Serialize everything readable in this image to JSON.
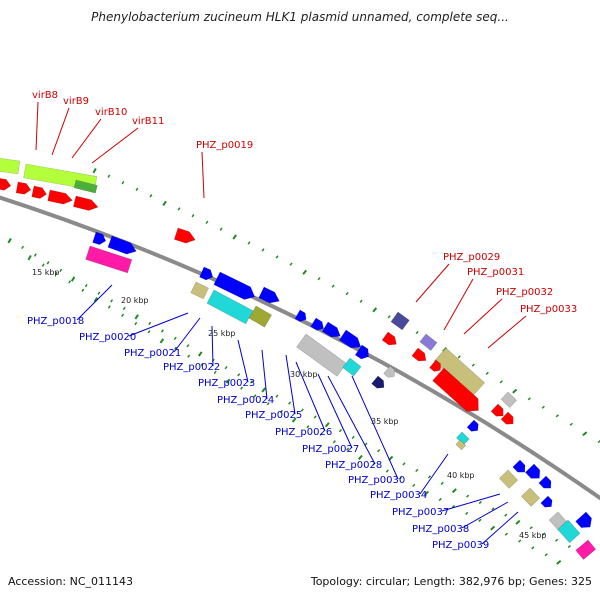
{
  "title": "Phenylobacterium zucineum HLK1 plasmid unnamed, complete seq...",
  "footer": {
    "accession": "Accession: NC_011143",
    "summary": "Topology: circular; Length: 382,976 bp; Genes: 325"
  },
  "colors": {
    "backbone": "#8a8a8a",
    "tick": "#1f8a1f",
    "label_forward": "#cc0000",
    "label_reverse": "#0000cc",
    "gene_red": "#ff0000",
    "gene_blue": "#0000ff",
    "gene_lime": "#b4ff3c",
    "gene_green": "#4caf3c",
    "gene_olive": "#9ea832",
    "gene_khaki": "#c8c07a",
    "gene_cyan": "#20d8d8",
    "gene_magenta": "#ff1aa8",
    "gene_gray": "#c0c0c0",
    "gene_navy": "#1a1a70",
    "gene_slate": "#4a4a9a",
    "gene_violet": "#8a7ad8"
  },
  "scale_labels": [
    "15 kbp",
    "20 kbp",
    "25 kbp",
    "30 kbp",
    "35 kbp",
    "40 kbp",
    "45 kbp"
  ],
  "forward_labels": [
    "virB8",
    "virB9",
    "virB10",
    "virB11",
    "PHZ_p0019",
    "PHZ_p0029",
    "PHZ_p0031",
    "PHZ_p0032",
    "PHZ_p0033"
  ],
  "reverse_labels": [
    "PHZ_p0018",
    "PHZ_p0020",
    "PHZ_p0021",
    "PHZ_p0022",
    "PHZ_p0023",
    "PHZ_p0024",
    "PHZ_p0025",
    "PHZ_p0026",
    "PHZ_p0027",
    "PHZ_p0028",
    "PHZ_p0030",
    "PHZ_p0034",
    "PHZ_p0037",
    "PHZ_p0038",
    "PHZ_p0039"
  ]
}
